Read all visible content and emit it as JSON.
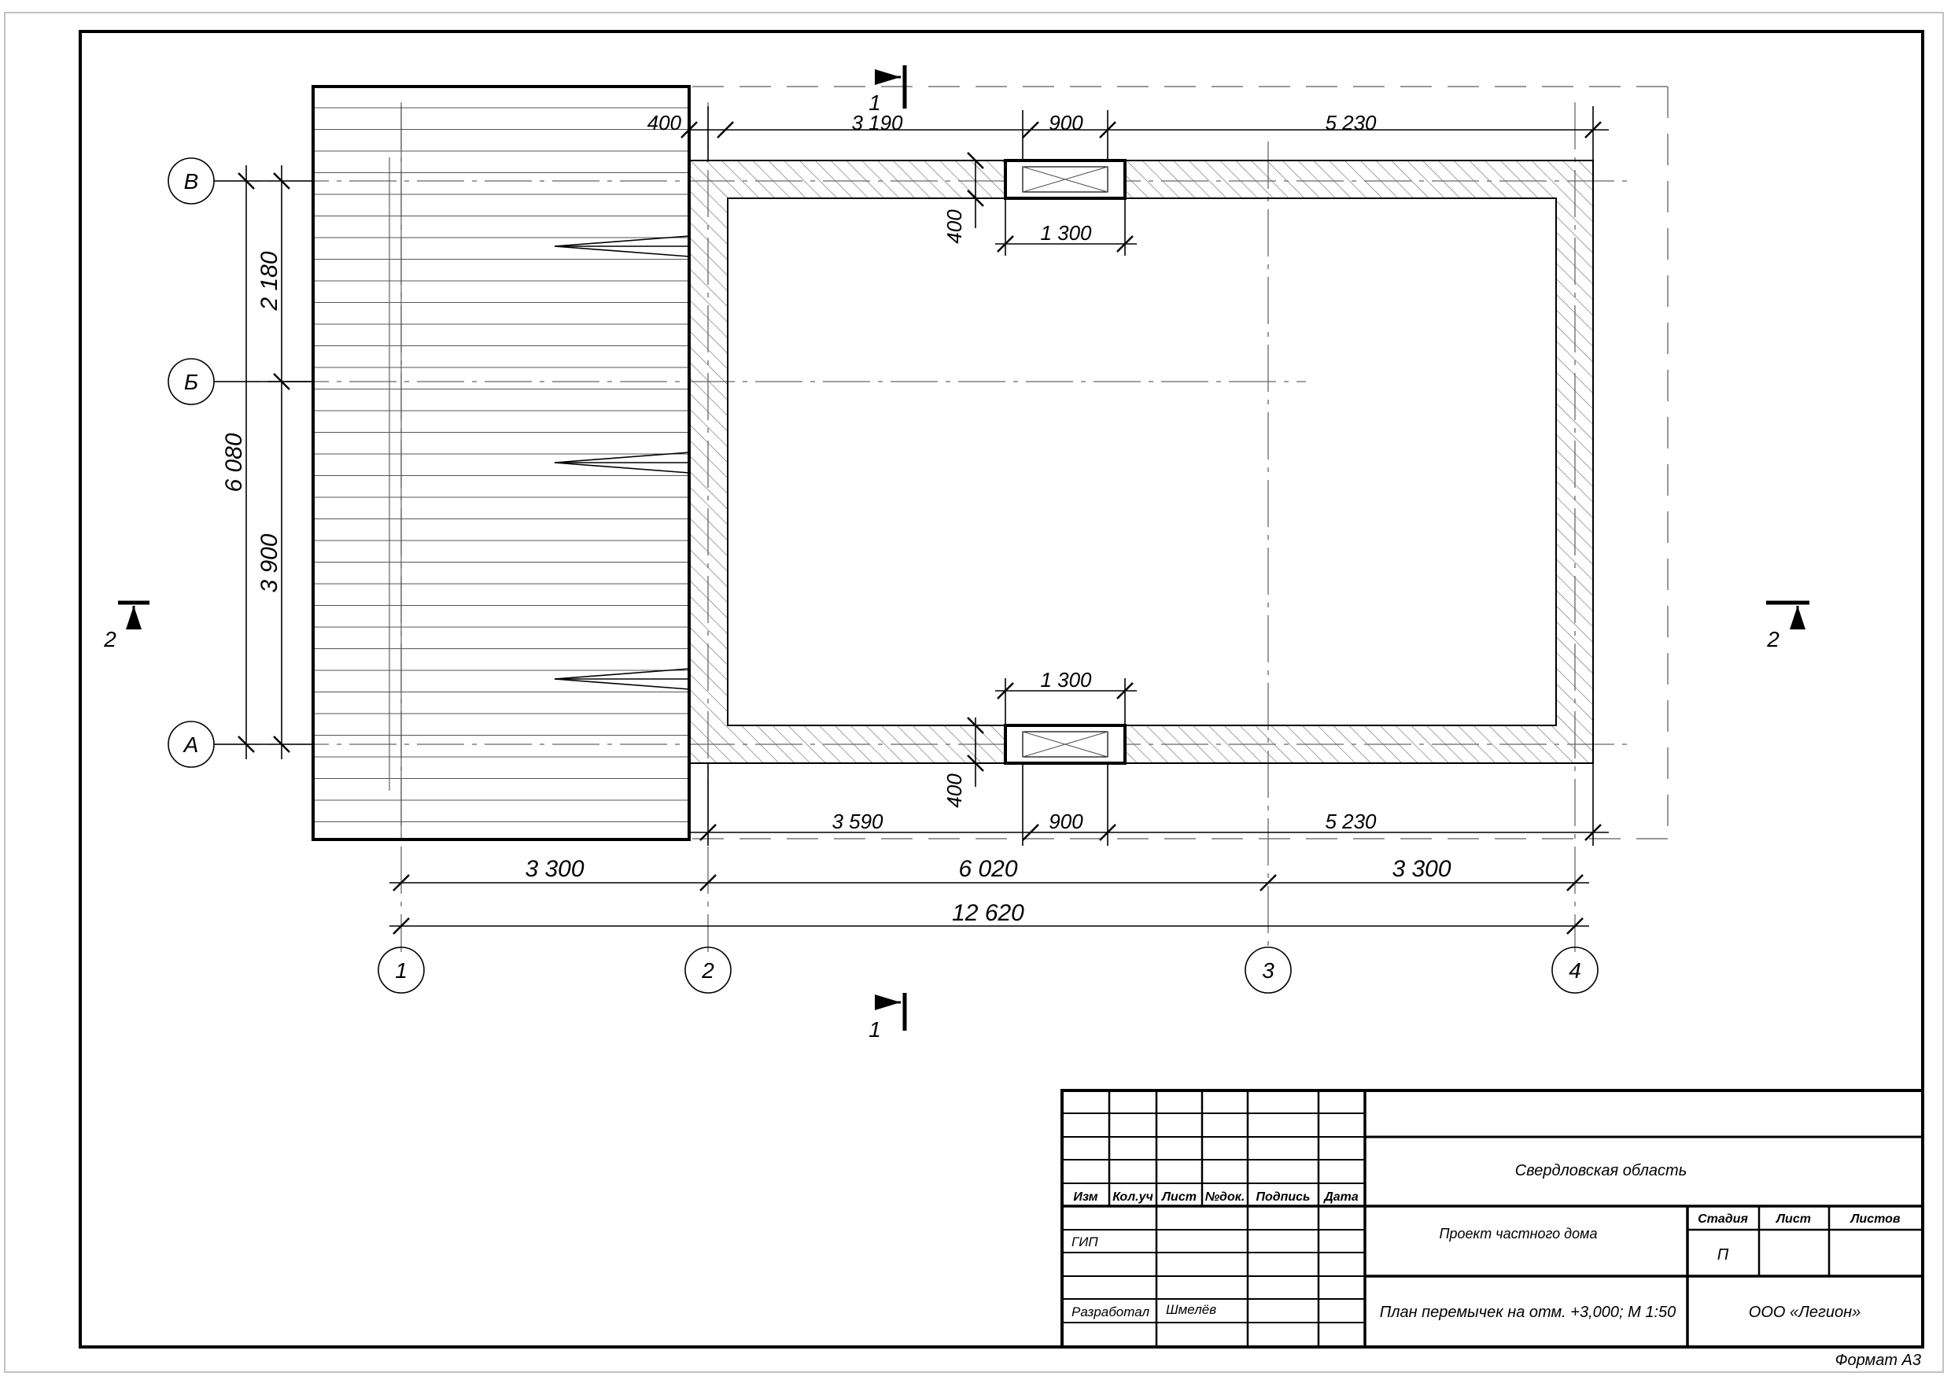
{
  "axes": {
    "rows": [
      {
        "label": "В"
      },
      {
        "label": "Б"
      },
      {
        "label": "А"
      }
    ],
    "cols": [
      {
        "label": "1"
      },
      {
        "label": "2"
      },
      {
        "label": "3"
      },
      {
        "label": "4"
      }
    ]
  },
  "dimensions": {
    "top": [
      "400",
      "3 190",
      "900",
      "5 230"
    ],
    "bottom": [
      "3 590",
      "900",
      "5 230"
    ],
    "opening_top": "1 300",
    "opening_bottom": "1 300",
    "wall_top": "400",
    "wall_bottom": "400",
    "span_row": [
      "3 300",
      "6 020",
      "3 300"
    ],
    "overall": "12 620",
    "left_inner": [
      "2 180",
      "3 900"
    ],
    "left_overall": "6 080"
  },
  "sections": {
    "top_cut": "1",
    "bottom_cut": "1",
    "left_cut": "2",
    "right_cut": "2"
  },
  "title_block": {
    "header": [
      "Изм",
      "Кол.уч",
      "Лист",
      "№док.",
      "Подпись",
      "Дата"
    ],
    "roles": [
      {
        "role": "ГИП",
        "name": ""
      },
      {
        "role": "Разработал",
        "name": "Шмелёв"
      }
    ],
    "region": "Свердловская область",
    "project": "Проект частного дома",
    "sheet_title": "План перемычек на отм. +3,000; М 1:50",
    "stage_header": "Стадия",
    "sheet_header": "Лист",
    "sheets_header": "Листов",
    "stage_value": "П",
    "sheet_value": "",
    "sheets_value": "",
    "company": "ООО «Легион»"
  },
  "format": "Формат А3"
}
